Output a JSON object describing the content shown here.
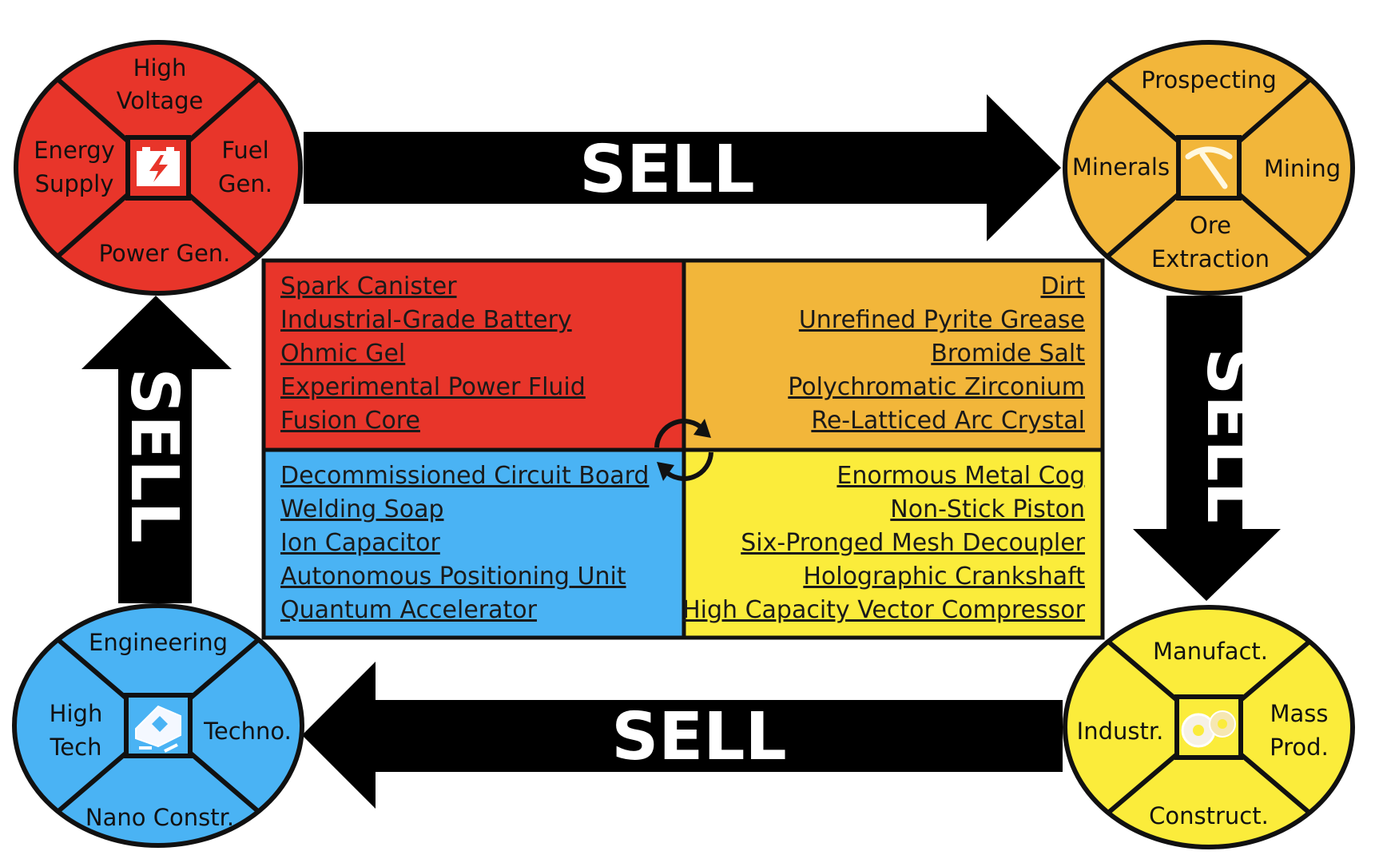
{
  "colors": {
    "energy": "#e8352a",
    "mining": "#f2b63a",
    "engineering": "#4ab3f4",
    "industry": "#fbec3b",
    "outline": "#111111",
    "arrow": "#000000",
    "arrow_text": "#ffffff"
  },
  "arrows": {
    "top": "SELL",
    "right": "SELL",
    "bottom": "SELL",
    "left": "SELL"
  },
  "wheels": {
    "energy": {
      "icon": "battery-icon",
      "top": [
        "High",
        "Voltage"
      ],
      "left": [
        "Energy",
        "Supply"
      ],
      "right": [
        "Fuel",
        "Gen."
      ],
      "bottom": [
        "Power Gen."
      ]
    },
    "mining": {
      "icon": "pickaxe-icon",
      "top": [
        "Prospecting"
      ],
      "left": [
        "Minerals"
      ],
      "right": [
        "Mining"
      ],
      "bottom": [
        "Ore",
        "Extraction"
      ]
    },
    "engineering": {
      "icon": "circuit-chip-icon",
      "top": [
        "Engineering"
      ],
      "left": [
        "High",
        "Tech"
      ],
      "right": [
        "Techno."
      ],
      "bottom": [
        "Nano Constr."
      ]
    },
    "industry": {
      "icon": "gears-icon",
      "top": [
        "Manufact."
      ],
      "left": [
        "Industr."
      ],
      "right": [
        "Mass",
        "Prod."
      ],
      "bottom": [
        "Construct."
      ]
    }
  },
  "lists": {
    "energy": [
      "Spark Canister",
      "Industrial-Grade Battery",
      "Ohmic Gel",
      "Experimental Power Fluid",
      "Fusion Core"
    ],
    "mining": [
      "Dirt",
      "Unrefined Pyrite Grease",
      "Bromide Salt",
      "Polychromatic Zirconium",
      "Re-Latticed Arc Crystal"
    ],
    "engineering": [
      "Decommissioned Circuit Board",
      "Welding Soap",
      "Ion Capacitor",
      "Autonomous Positioning Unit",
      "Quantum Accelerator"
    ],
    "industry": [
      "Enormous Metal Cog",
      "Non-Stick Piston",
      "Six-Pronged Mesh Decoupler",
      "Holographic Crankshaft",
      "High Capacity Vector Compressor"
    ]
  },
  "center_icon": "cycle-arrows-icon"
}
